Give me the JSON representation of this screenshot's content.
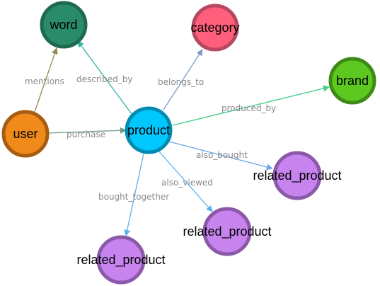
{
  "nodes": [
    {
      "id": "word",
      "label": "word",
      "fill": "#2a8b6a",
      "stroke": "#1f6a4f"
    },
    {
      "id": "category",
      "label": "category",
      "fill": "#ff5f7a",
      "stroke": "#b64861"
    },
    {
      "id": "brand",
      "label": "brand",
      "fill": "#5dc81f",
      "stroke": "#3f8a16"
    },
    {
      "id": "user",
      "label": "user",
      "fill": "#ef8a1b",
      "stroke": "#a85c12"
    },
    {
      "id": "product",
      "label": "product",
      "fill": "#00c8ff",
      "stroke": "#008cb2"
    },
    {
      "id": "related_product_1",
      "label": "related_product",
      "fill": "#c784ee",
      "stroke": "#8b59a8"
    },
    {
      "id": "related_product_2",
      "label": "related_product",
      "fill": "#c784ee",
      "stroke": "#8b59a8"
    },
    {
      "id": "related_product_3",
      "label": "related_product",
      "fill": "#c784ee",
      "stroke": "#8b59a8"
    }
  ],
  "edges": [
    {
      "id": "mentions",
      "from": "user",
      "to": "word",
      "label": "mentions",
      "color": "#8f8a4a"
    },
    {
      "id": "purchase",
      "from": "user",
      "to": "product",
      "label": "purchase",
      "color": "#6f9a85"
    },
    {
      "id": "described_by",
      "from": "product",
      "to": "word",
      "label": "described_by",
      "color": "#2fb3a3"
    },
    {
      "id": "belongs_to",
      "from": "product",
      "to": "category",
      "label": "belongs_to",
      "color": "#7c9bc8"
    },
    {
      "id": "produced_by",
      "from": "product",
      "to": "brand",
      "label": "produced_by",
      "color": "#3ecf89"
    },
    {
      "id": "also_bought",
      "from": "product",
      "to": "related_product_1",
      "label": "also_bought",
      "color": "#6aa9ea"
    },
    {
      "id": "also_viewed",
      "from": "product",
      "to": "related_product_2",
      "label": "also_viewed",
      "color": "#5fb0ee"
    },
    {
      "id": "bought_together",
      "from": "product",
      "to": "related_product_3",
      "label": "bought_together",
      "color": "#5fb0ee"
    }
  ]
}
